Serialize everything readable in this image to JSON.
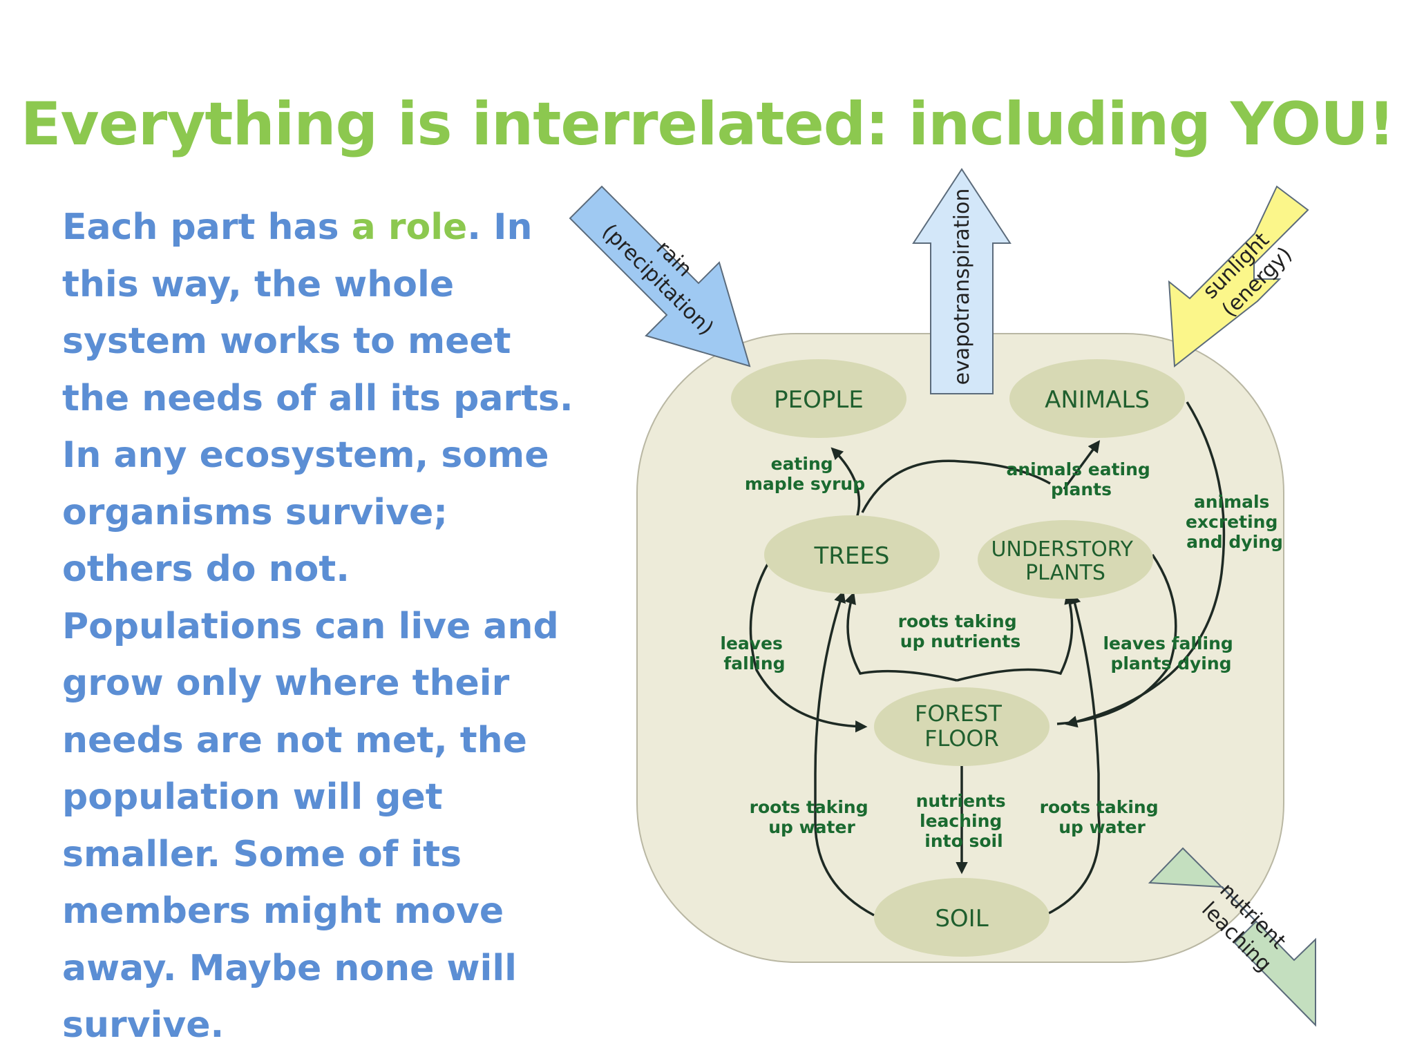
{
  "title": "Everything is interrelated: including YOU!",
  "body": {
    "part1": "Each part has ",
    "highlight": "a role",
    "part2": ". In this way, the whole system works to meet the needs of all its parts. In any ecosystem, some organisms survive; others do not. Populations can live and grow only where their needs are not met, the population will get smaller. Some of its members might move away. Maybe none will survive."
  },
  "diagram": {
    "inputs": {
      "rain_line1": "rain",
      "rain_line2": "(precipitation)",
      "evapo": "evapotranspiration",
      "sun_line1": "sunlight",
      "sun_line2": "(energy)",
      "leach_line1": "nutrient",
      "leach_line2": "leaching"
    },
    "nodes": {
      "people": "PEOPLE",
      "animals": "ANIMALS",
      "trees": "TREES",
      "understory_line1": "UNDERSTORY",
      "understory_line2": "PLANTS",
      "forest_line1": "FOREST",
      "forest_line2": "FLOOR",
      "soil": "SOIL"
    },
    "labels": {
      "eating_1": "eating",
      "eating_2": "maple syrup",
      "animals_eating_1": "animals eating",
      "animals_eating_2": "plants",
      "excreting_1": "animals",
      "excreting_2": "excreting",
      "excreting_3": "and dying",
      "leaves_1": "leaves",
      "leaves_2": "falling",
      "roots_nutrients_1": "roots taking",
      "roots_nutrients_2": "up nutrients",
      "leaves_plants_1": "leaves falling",
      "leaves_plants_2": "plants dying",
      "roots_water_left_1": "roots taking",
      "roots_water_left_2": "up water",
      "nutrients_leach_1": "nutrients",
      "nutrients_leach_2": "leaching",
      "nutrients_leach_3": "into soil",
      "roots_water_right_1": "roots taking",
      "roots_water_right_2": "up water"
    },
    "colors": {
      "background": "#edebd9",
      "node": "#d7d9b4",
      "rain": "#9fc9f2",
      "evapo": "#d3e7f9",
      "sun": "#fbf68a",
      "leach": "#c4dfbf"
    }
  }
}
